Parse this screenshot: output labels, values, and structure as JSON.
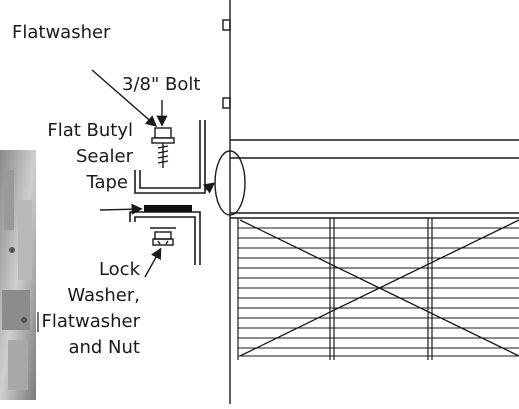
{
  "labels": {
    "flatwasher": "Flatwasher",
    "bolt": "3/8\" Bolt",
    "butyl_line1": "Flat Butyl",
    "butyl_line2": "Sealer",
    "butyl_line3": "Tape",
    "lock_line1": "Lock",
    "lock_line2": "Washer,",
    "lock_line3": "Flatwasher",
    "lock_line4": "and Nut"
  },
  "colors": {
    "line": "#1a1a1a",
    "photo_dark": "#6b6b6b",
    "photo_light": "#c9c9c9",
    "sealer": "#111111"
  }
}
